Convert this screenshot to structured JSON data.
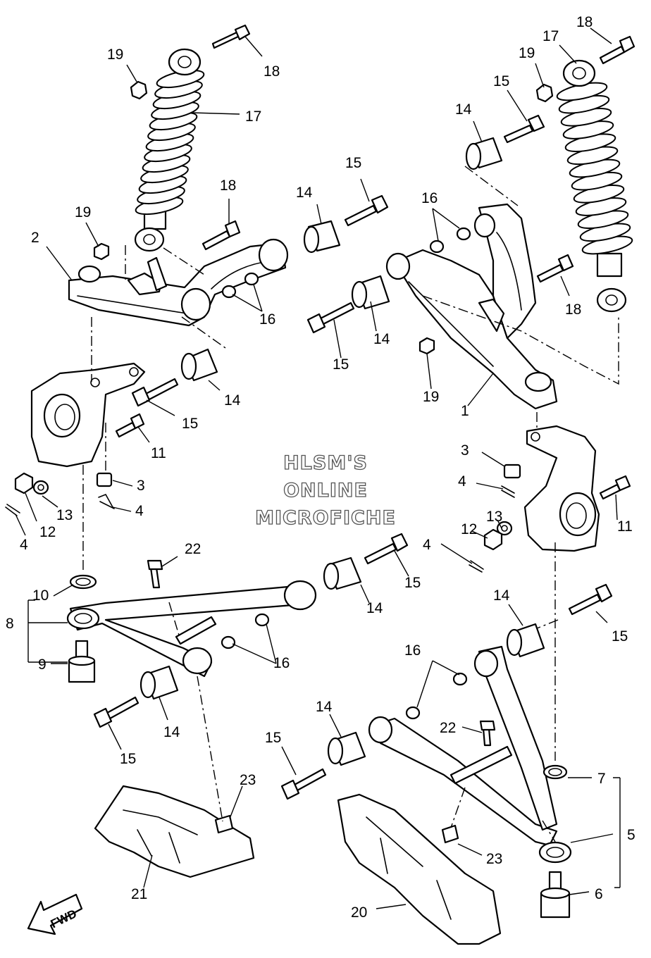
{
  "watermark": {
    "line1": "HLSM'S",
    "line2": "ONLINE",
    "line3": "MICROFICHE"
  },
  "direction_arrow": {
    "label": "FWD",
    "icon": "fwd-arrow-icon"
  },
  "callouts": [
    {
      "id": "c18a",
      "num": "18"
    },
    {
      "id": "c19a",
      "num": "19"
    },
    {
      "id": "c17a",
      "num": "17"
    },
    {
      "id": "c18b",
      "num": "18"
    },
    {
      "id": "c19b",
      "num": "19"
    },
    {
      "id": "c2",
      "num": "2"
    },
    {
      "id": "c14a",
      "num": "14"
    },
    {
      "id": "c15a",
      "num": "15"
    },
    {
      "id": "c16a",
      "num": "16"
    },
    {
      "id": "c14b",
      "num": "14"
    },
    {
      "id": "c15b",
      "num": "15"
    },
    {
      "id": "c11a",
      "num": "11"
    },
    {
      "id": "c3a",
      "num": "3"
    },
    {
      "id": "c4a",
      "num": "4"
    },
    {
      "id": "c13a",
      "num": "13"
    },
    {
      "id": "c12a",
      "num": "12"
    },
    {
      "id": "c4b",
      "num": "4"
    },
    {
      "id": "c18c",
      "num": "18"
    },
    {
      "id": "c17b",
      "num": "17"
    },
    {
      "id": "c19c",
      "num": "19"
    },
    {
      "id": "c15c",
      "num": "15"
    },
    {
      "id": "c14c",
      "num": "14"
    },
    {
      "id": "c16b",
      "num": "16"
    },
    {
      "id": "c18d",
      "num": "18"
    },
    {
      "id": "c14d",
      "num": "14"
    },
    {
      "id": "c15d",
      "num": "15"
    },
    {
      "id": "c19d",
      "num": "19"
    },
    {
      "id": "c1",
      "num": "1"
    },
    {
      "id": "c3b",
      "num": "3"
    },
    {
      "id": "c4c",
      "num": "4"
    },
    {
      "id": "c11b",
      "num": "11"
    },
    {
      "id": "c13b",
      "num": "13"
    },
    {
      "id": "c12b",
      "num": "12"
    },
    {
      "id": "c4d",
      "num": "4"
    },
    {
      "id": "c22a",
      "num": "22"
    },
    {
      "id": "c15e",
      "num": "15"
    },
    {
      "id": "c10",
      "num": "10"
    },
    {
      "id": "c14e",
      "num": "14"
    },
    {
      "id": "c8",
      "num": "8"
    },
    {
      "id": "c16c",
      "num": "16"
    },
    {
      "id": "c9",
      "num": "9"
    },
    {
      "id": "c14f",
      "num": "14"
    },
    {
      "id": "c15f",
      "num": "15"
    },
    {
      "id": "c23a",
      "num": "23"
    },
    {
      "id": "c21",
      "num": "21"
    },
    {
      "id": "c14g",
      "num": "14"
    },
    {
      "id": "c15g",
      "num": "15"
    },
    {
      "id": "c16d",
      "num": "16"
    },
    {
      "id": "c14h",
      "num": "14"
    },
    {
      "id": "c15h",
      "num": "15"
    },
    {
      "id": "c22b",
      "num": "22"
    },
    {
      "id": "c7",
      "num": "7"
    },
    {
      "id": "c5",
      "num": "5"
    },
    {
      "id": "c23b",
      "num": "23"
    },
    {
      "id": "c6",
      "num": "6"
    },
    {
      "id": "c20",
      "num": "20"
    }
  ]
}
